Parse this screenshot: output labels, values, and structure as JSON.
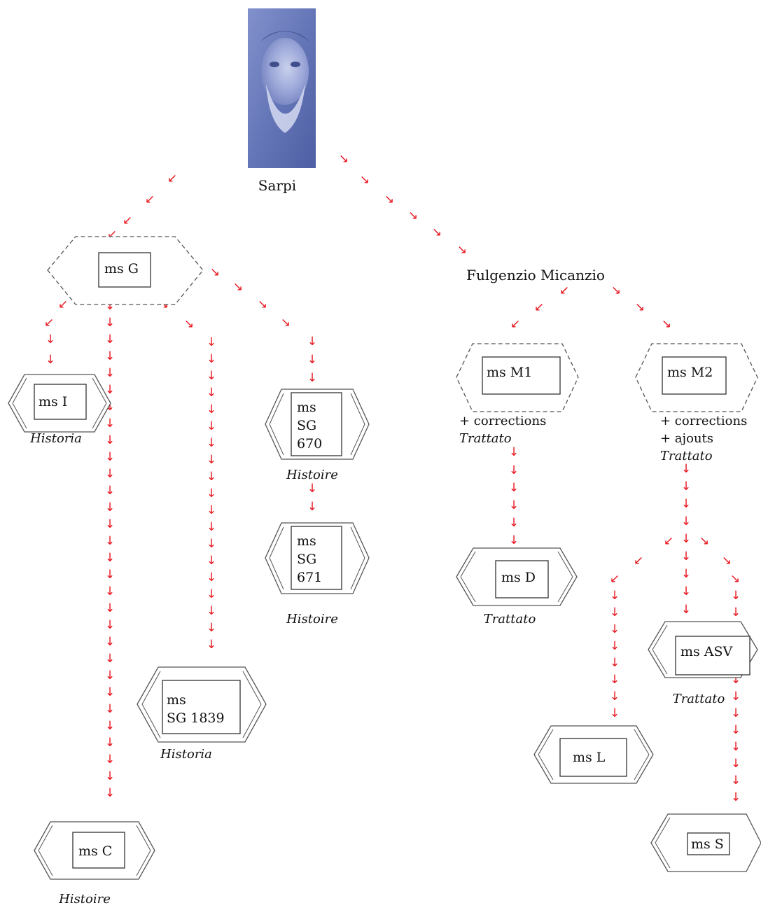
{
  "title": "",
  "portrait_caption": "Sarpi",
  "intermediary": "Fulgenzio Micanzio",
  "manuscripts": {
    "G": {
      "lines": [
        "ms G"
      ],
      "style": "dashed"
    },
    "I": {
      "lines": [
        "ms I"
      ],
      "caption": "Historia",
      "style": "solid"
    },
    "C": {
      "lines": [
        "ms C"
      ],
      "caption": "Histoire",
      "style": "solid"
    },
    "SG1839": {
      "lines": [
        "ms",
        "SG 1839"
      ],
      "caption": "Historia",
      "style": "solid"
    },
    "SG670": {
      "lines": [
        "ms",
        "SG",
        "670"
      ],
      "caption": "Histoire",
      "style": "solid"
    },
    "SG671": {
      "lines": [
        "ms",
        "SG",
        "671"
      ],
      "caption": "Histoire",
      "style": "solid"
    },
    "M1": {
      "lines": [
        "ms M1"
      ],
      "notes": [
        "+ corrections"
      ],
      "caption": "Trattato",
      "style": "dashed"
    },
    "M2": {
      "lines": [
        "ms M2"
      ],
      "notes": [
        "+ corrections",
        "+ ajouts"
      ],
      "caption": "Trattato",
      "style": "dashed"
    },
    "D": {
      "lines": [
        "ms D"
      ],
      "caption": "Trattato",
      "style": "solid"
    },
    "ASV": {
      "lines": [
        "ms ASV"
      ],
      "caption": "Trattato",
      "style": "solid"
    },
    "L": {
      "lines": [
        "ms L"
      ],
      "style": "solid"
    },
    "S": {
      "lines": [
        "ms S"
      ],
      "style": "solid"
    }
  },
  "edges": [
    [
      "Sarpi",
      "G"
    ],
    [
      "Sarpi",
      "Fulgenzio Micanzio"
    ],
    [
      "G",
      "I"
    ],
    [
      "G",
      "C"
    ],
    [
      "G",
      "SG1839"
    ],
    [
      "G",
      "SG670"
    ],
    [
      "SG670",
      "SG671"
    ],
    [
      "Fulgenzio Micanzio",
      "M1"
    ],
    [
      "Fulgenzio Micanzio",
      "M2"
    ],
    [
      "M1",
      "D"
    ],
    [
      "M2",
      "L"
    ],
    [
      "M2",
      "ASV"
    ],
    [
      "M2",
      "S"
    ]
  ],
  "colors": {
    "arrow": "#e8141d",
    "hexagon_stroke": "#4a4a4a",
    "portrait": "#6272b4"
  }
}
